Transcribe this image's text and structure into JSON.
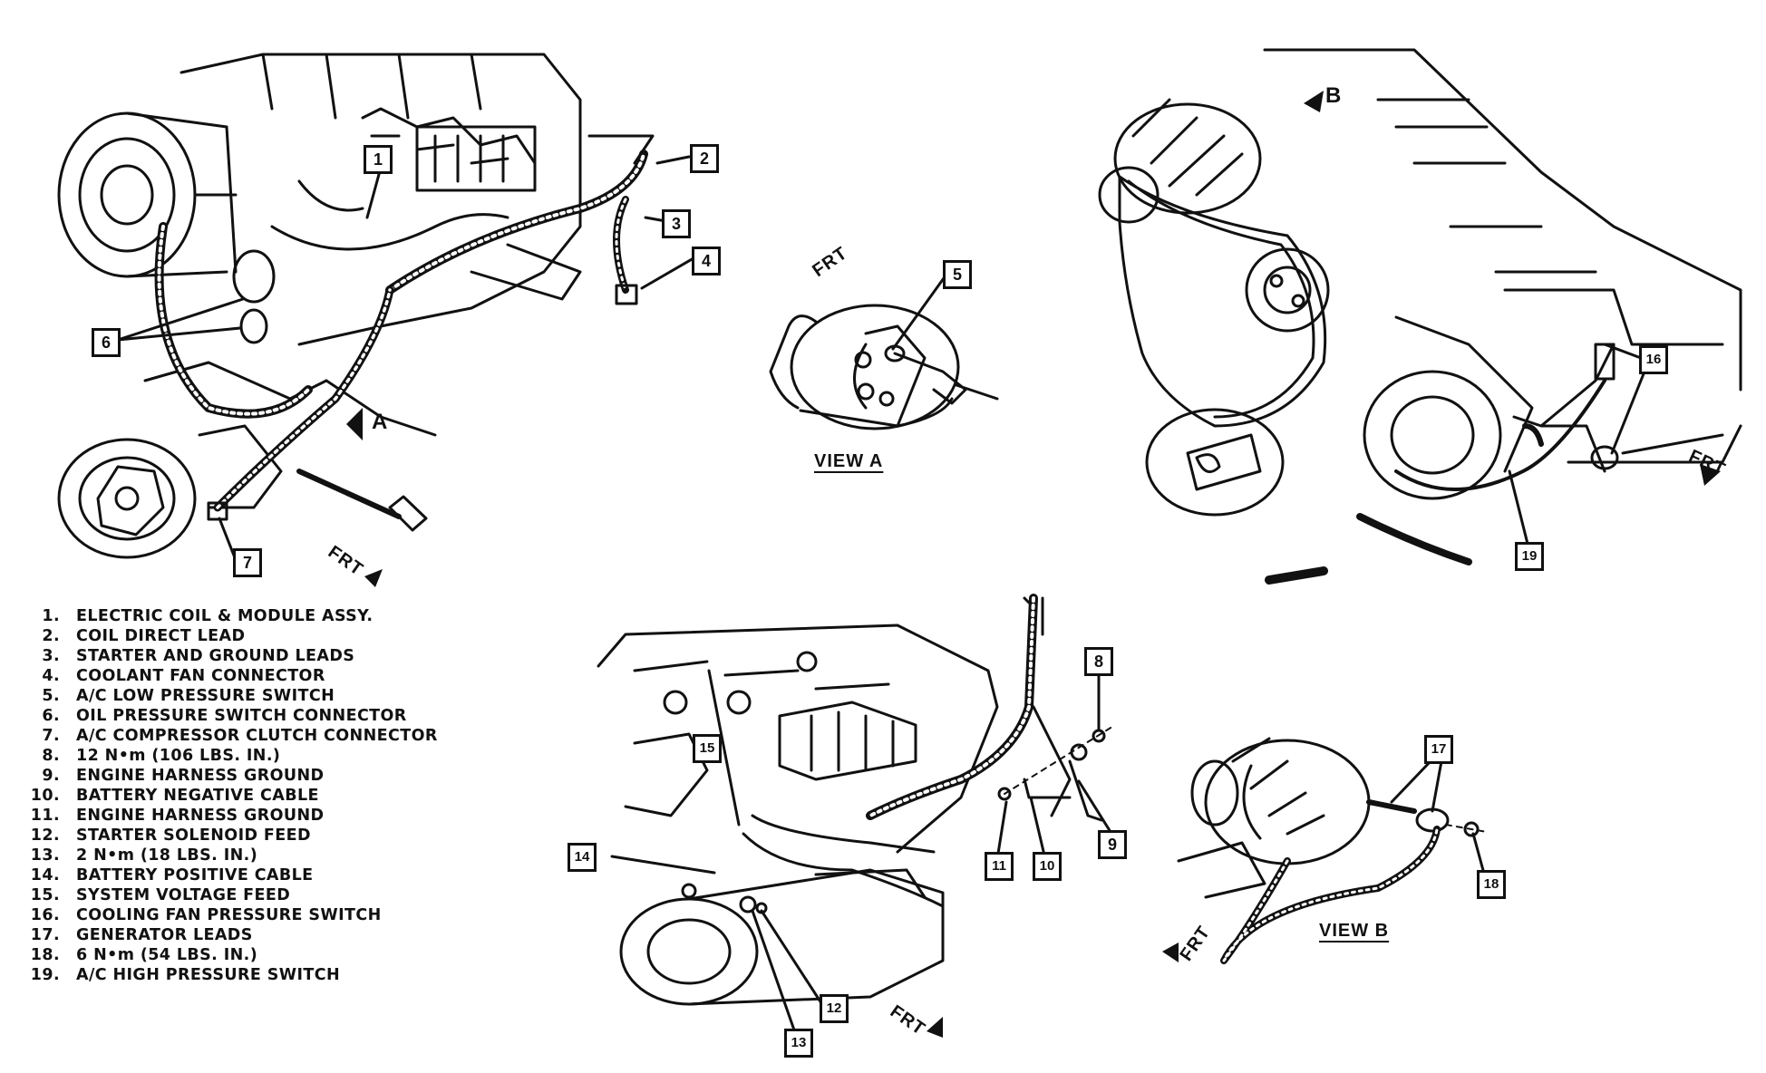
{
  "callouts": [
    "1",
    "2",
    "3",
    "4",
    "5",
    "6",
    "7",
    "8",
    "9",
    "10",
    "11",
    "12",
    "13",
    "14",
    "15",
    "16",
    "17",
    "18",
    "19"
  ],
  "views": {
    "a": "VIEW A",
    "b": "VIEW B"
  },
  "front_marker": "FRT",
  "view_arrows": {
    "a": "A",
    "b": "B"
  },
  "legend": [
    {
      "num": "1.",
      "text": "ELECTRIC COIL & MODULE ASSY."
    },
    {
      "num": "2.",
      "text": "COIL DIRECT LEAD"
    },
    {
      "num": "3.",
      "text": "STARTER AND GROUND LEADS"
    },
    {
      "num": "4.",
      "text": "COOLANT FAN CONNECTOR"
    },
    {
      "num": "5.",
      "text": "A/C LOW PRESSURE SWITCH"
    },
    {
      "num": "6.",
      "text": "OIL PRESSURE SWITCH CONNECTOR"
    },
    {
      "num": "7.",
      "text": "A/C COMPRESSOR CLUTCH CONNECTOR"
    },
    {
      "num": "8.",
      "text": "12 N•m (106 LBS. IN.)"
    },
    {
      "num": "9.",
      "text": "ENGINE HARNESS GROUND"
    },
    {
      "num": "10.",
      "text": "BATTERY NEGATIVE CABLE"
    },
    {
      "num": "11.",
      "text": "ENGINE HARNESS GROUND"
    },
    {
      "num": "12.",
      "text": "STARTER SOLENOID FEED"
    },
    {
      "num": "13.",
      "text": "2 N•m (18 LBS. IN.)"
    },
    {
      "num": "14.",
      "text": "BATTERY POSITIVE CABLE"
    },
    {
      "num": "15.",
      "text": "SYSTEM VOLTAGE FEED"
    },
    {
      "num": "16.",
      "text": "COOLING FAN PRESSURE SWITCH"
    },
    {
      "num": "17.",
      "text": "GENERATOR LEADS"
    },
    {
      "num": "18.",
      "text": "6 N•m (54 LBS. IN.)"
    },
    {
      "num": "19.",
      "text": "A/C HIGH PRESSURE SWITCH"
    }
  ]
}
